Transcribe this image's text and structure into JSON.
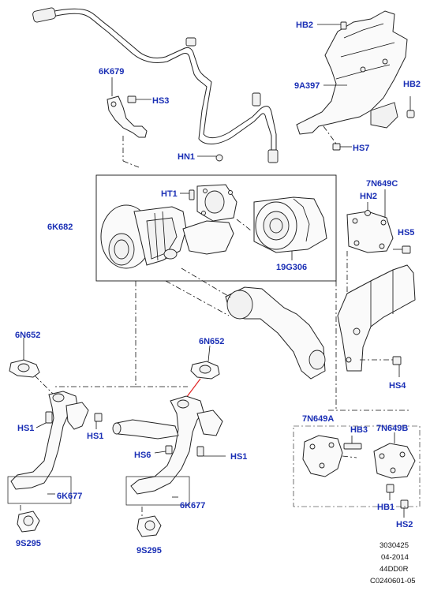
{
  "labels": {
    "hb2_top": "HB2",
    "a9a397": "9A397",
    "hb2_right": "HB2",
    "hs7": "HS7",
    "p6k679": "6K679",
    "hs3": "HS3",
    "hn1": "HN1",
    "ht1": "HT1",
    "p6k682": "6K682",
    "p19g306": "19G306",
    "p7n649c": "7N649C",
    "hn2": "HN2",
    "hs5": "HS5",
    "hs4": "HS4",
    "p6n652_left": "6N652",
    "p6n652_mid": "6N652",
    "hs1_left_a": "HS1",
    "hs1_left_b": "HS1",
    "hs6": "HS6",
    "hs1_mid": "HS1",
    "p6k677_left": "6K677",
    "p6k677_mid": "6K677",
    "p9s295_left": "9S295",
    "p9s295_mid": "9S295",
    "p7n649a": "7N649A",
    "hb3": "HB3",
    "p7n649b": "7N649B",
    "hb1": "HB1",
    "hs2": "HS2"
  },
  "footer": {
    "line1": "3030425",
    "line2": "04-2014",
    "line3": "44DD0R",
    "line4": "C0240601-05"
  },
  "colors": {
    "label": "#1a2fb5",
    "line": "#111111",
    "indicator": "#e02020"
  }
}
